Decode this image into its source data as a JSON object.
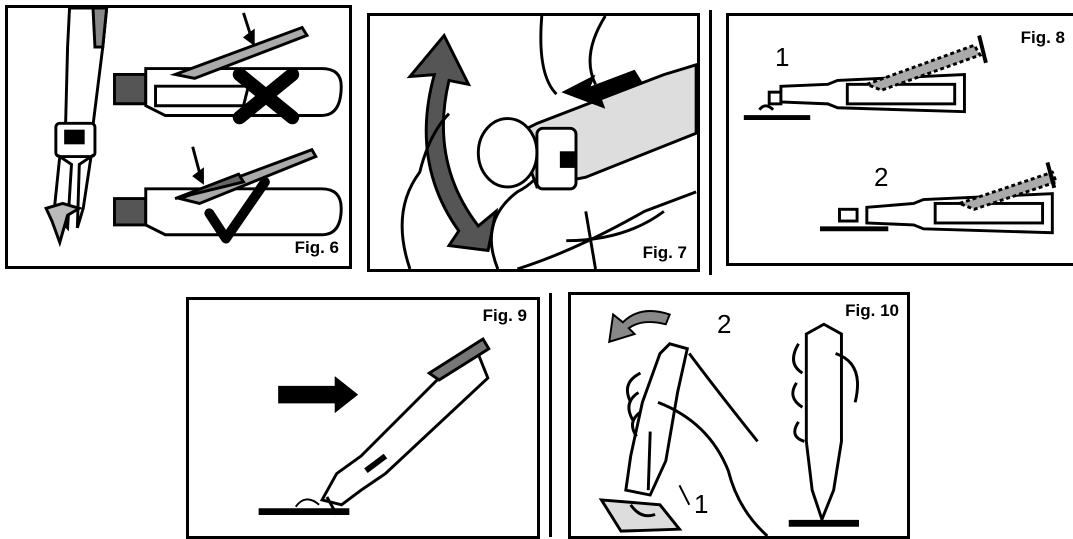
{
  "figures": {
    "fig6": {
      "label": "Fig. 6"
    },
    "fig7": {
      "label": "Fig. 7"
    },
    "fig8": {
      "label": "Fig. 8",
      "step1": "1",
      "step2": "2"
    },
    "fig9": {
      "label": "Fig. 9"
    },
    "fig10": {
      "label": "Fig. 10",
      "step1": "1",
      "step2": "2"
    }
  }
}
